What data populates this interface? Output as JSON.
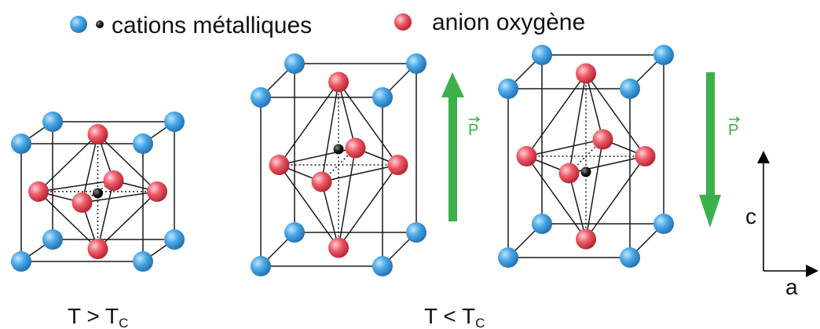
{
  "legend": {
    "cations_label": "cations métalliques",
    "anion_label": "anion oxygène"
  },
  "labels": {
    "polarization_symbol": "P",
    "axis_c": "c",
    "axis_a": "a",
    "cubic_condition": {
      "main": "T > T",
      "sub": "C"
    },
    "tetragonal_condition": {
      "main": "T < T",
      "sub": "C"
    }
  },
  "colors": {
    "cation_blue": "#3a9ad9",
    "anion_red": "#e03c4a",
    "center_cation": "#111111",
    "arrow_green": "#3cb04a",
    "edge_line": "#1a1a1a"
  }
}
